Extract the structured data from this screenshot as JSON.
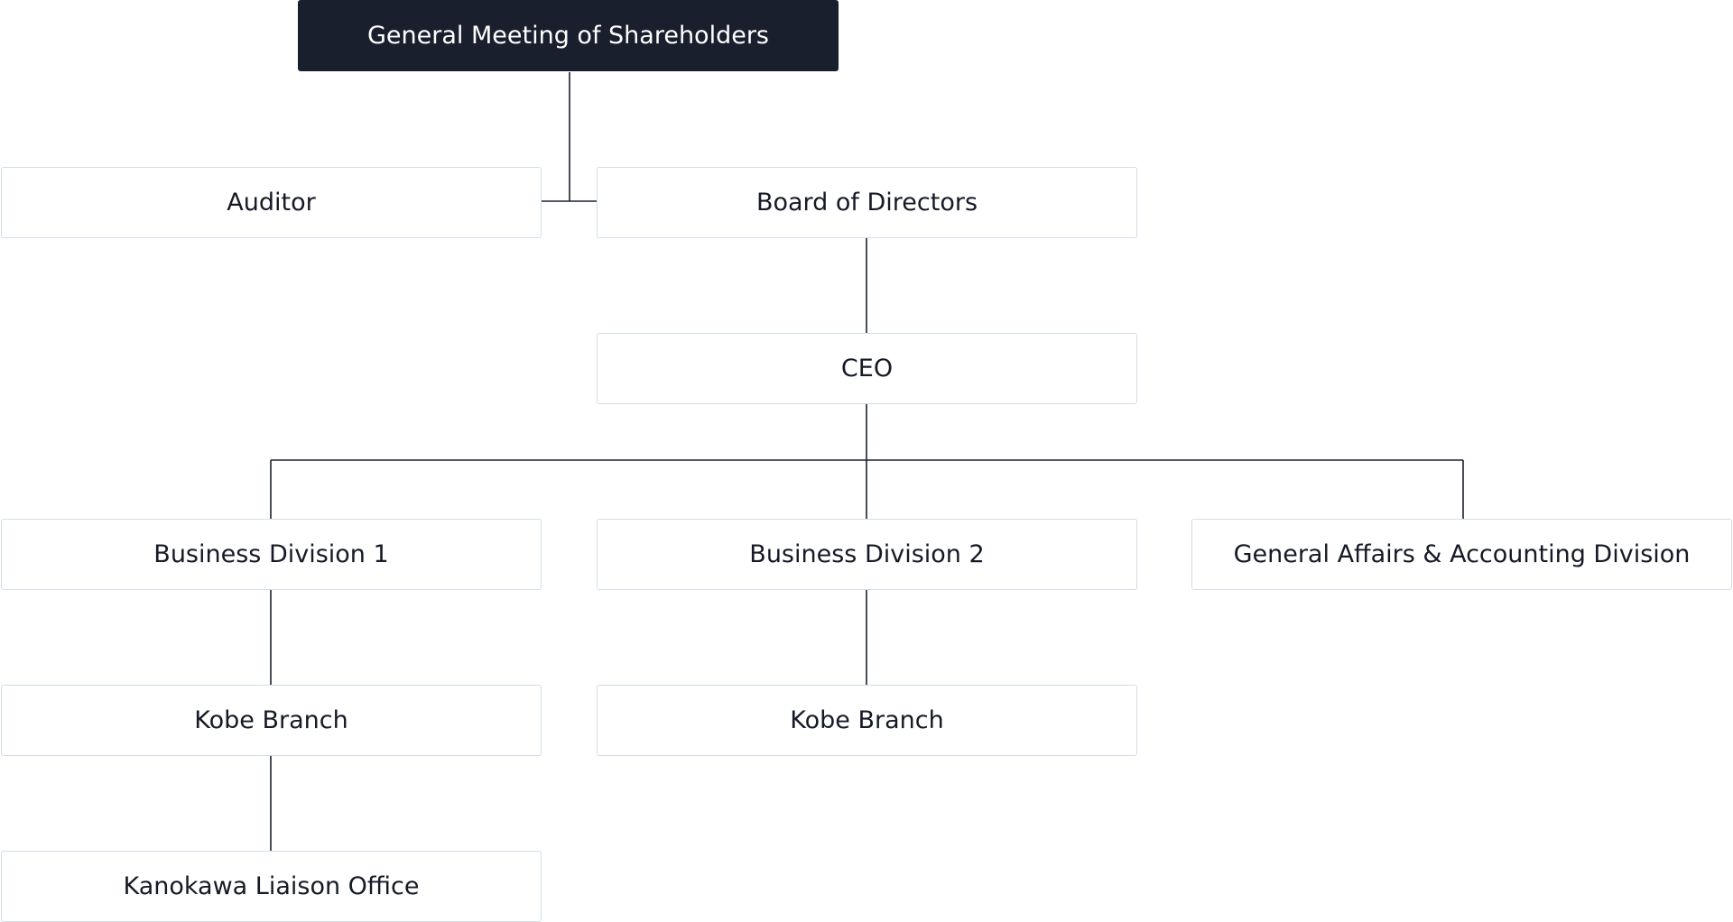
{
  "org_chart": {
    "general_meeting": "General Meeting of Shareholders",
    "auditor": "Auditor",
    "board": "Board of Directors",
    "ceo": "CEO",
    "business_division_1": "Business Division 1",
    "business_division_2": "Business Division 2",
    "general_affairs_division": "General Affairs & Accounting Division",
    "kobe_branch_1": "Kobe Branch",
    "kobe_branch_2": "Kobe Branch",
    "kanokawa_office": "Kanokawa Liaison Office"
  },
  "colors": {
    "root_fill": "#1a1f2e",
    "node_border": "#d3dde6",
    "connector": "#1b2030",
    "text": "#161a26"
  }
}
